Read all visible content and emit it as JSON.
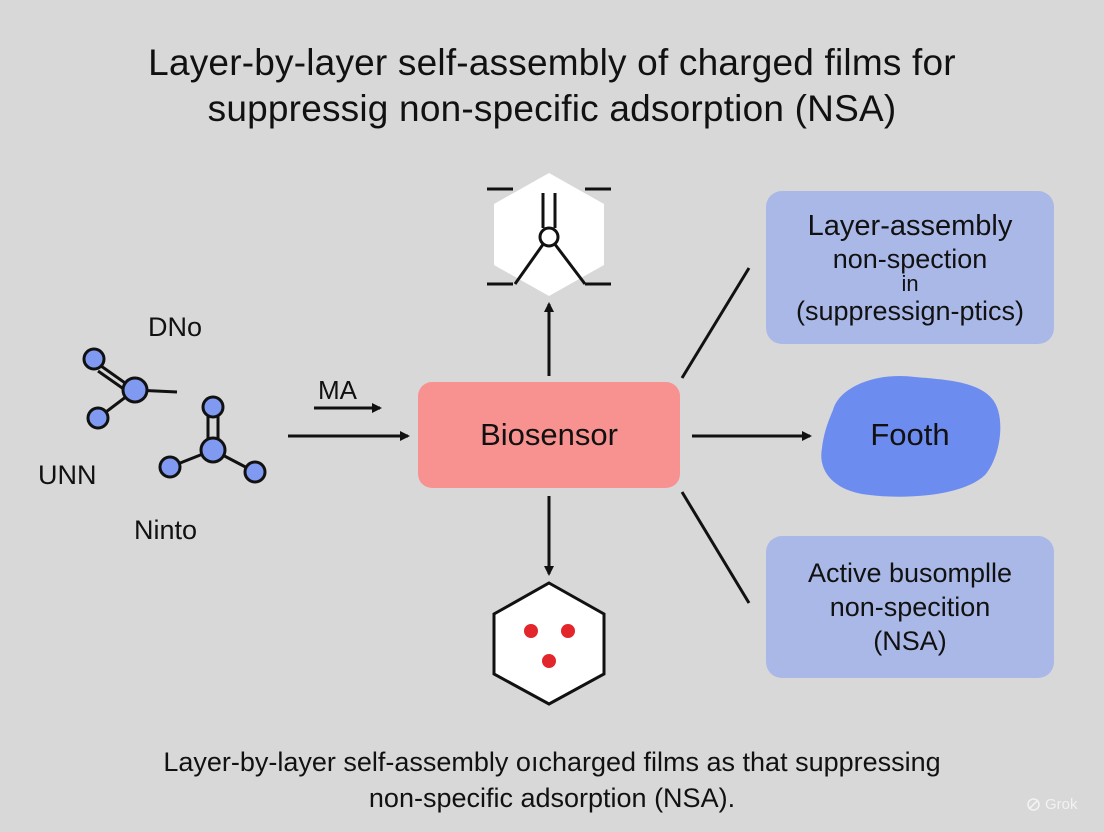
{
  "title": {
    "line1": "Layer-by-layer self-assembly of charged films for",
    "line2": "suppressig non-specific adsorption (NSA)"
  },
  "left_labels": {
    "dno": "DNo",
    "unn": "UNN",
    "ninto": "Ninto",
    "ma": "MA"
  },
  "center": {
    "label": "Biosensor"
  },
  "top_right_card": {
    "line1": "Layer-assembly",
    "line2": "non-spection",
    "line3": "in",
    "line4": "(suppressign-ptics)"
  },
  "right_blob": {
    "label": "Footh"
  },
  "bottom_right_card": {
    "line1": "Active busomplle",
    "line2": "non-specition",
    "line3": "(NSA)"
  },
  "caption": {
    "line1": "Layer-by-layer self-assembly oıcharged films as that suppressing",
    "line2": "non-specific adsorption (NSA)."
  },
  "watermark": {
    "text": "Grok"
  },
  "colors": {
    "background": "#d8d8d8",
    "center_box": "#f89290",
    "card": "#aab8e8",
    "blob": "#6d8cf0",
    "node": "#7f9af0",
    "dot": "#e3262b"
  }
}
